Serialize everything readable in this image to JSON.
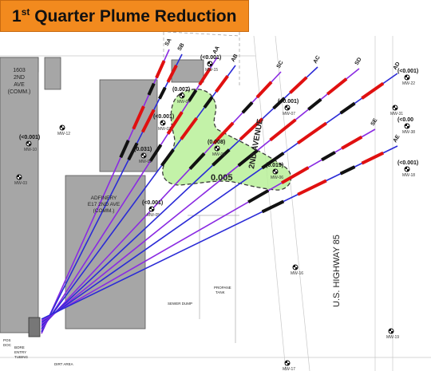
{
  "title": {
    "prefix": "1",
    "sup": "st",
    "rest": " Quarter Plume Reduction"
  },
  "colors": {
    "banner": "#f28a1e",
    "plume": "#b9f09a",
    "boring_blue": "#2b2bd6",
    "boring_purple": "#8a2be2",
    "screen_red": "#e01010",
    "screen_black": "#111111",
    "building": "#a6a6a6"
  },
  "buildings": {
    "b1603": "1603\n2ND\nAVE\n(COMM.)",
    "adf": "ADFINERY\nE17 2ND AVE\n(COMM.)"
  },
  "boring_labels": [
    "SA",
    "SB",
    "AA",
    "AB",
    "SC",
    "AC",
    "SD",
    "AD",
    "SE",
    "AE"
  ],
  "streets": {
    "second_ave": "2ND AVENUE",
    "highway": "U.S. HIGHWAY 85"
  },
  "wells": [
    {
      "id": "MW-15",
      "value": "(<0.001)"
    },
    {
      "id": "MW-04",
      "value": "(0.007)"
    },
    {
      "id": "MW-02",
      "value": "(<0.001)"
    },
    {
      "id": "MW-01",
      "value": "(0.031)"
    },
    {
      "id": "MW-09",
      "value": "(0.008)"
    },
    {
      "id": "MW-07",
      "value": "(<0.001)"
    },
    {
      "id": "MW-06",
      "value": "(0.019)"
    },
    {
      "id": "MW-22",
      "value": "(<0.001)"
    },
    {
      "id": "MW-38",
      "value": "(<0.00"
    },
    {
      "id": "MW-18",
      "value": "(<0.001)"
    },
    {
      "id": "MW-10",
      "value": "(<0.001)"
    },
    {
      "id": "MW-05",
      "value": "(<0.001)"
    },
    {
      "id": "MW-12",
      "value": ""
    },
    {
      "id": "MW-16",
      "value": ""
    },
    {
      "id": "MW-19",
      "value": ""
    },
    {
      "id": "MW-17",
      "value": ""
    },
    {
      "id": "MW-31",
      "value": ""
    },
    {
      "id": "MW-03",
      "value": ""
    }
  ],
  "contour_label": "0.005",
  "misc": {
    "propane": "PROPANE\nTANK",
    "sewer": "SEWER DUMP",
    "dirt": "DIRT AREA",
    "bore": "BORE\nENTRY\nTUBING",
    "pos": "POS\nDOC"
  }
}
